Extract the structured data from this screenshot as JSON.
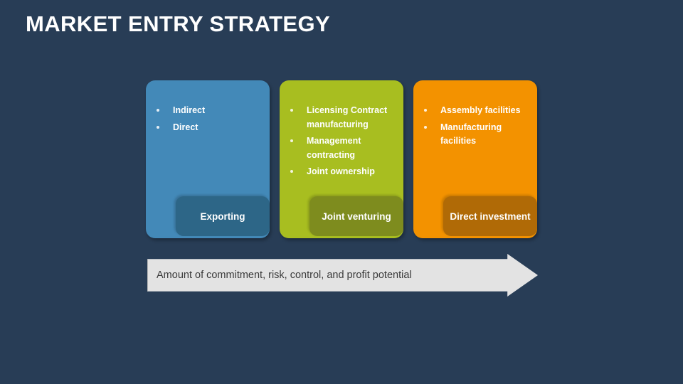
{
  "slide": {
    "title": "MARKET ENTRY STRATEGY",
    "background_color": "#283d56"
  },
  "cards": [
    {
      "name": "exporting",
      "color": "#4389b8",
      "tab_color": "#2d6687",
      "tab_label": "Exporting",
      "bullets": [
        "Indirect",
        "Direct"
      ]
    },
    {
      "name": "joint-venturing",
      "color": "#a8be20",
      "tab_color": "#7e8c1e",
      "tab_label": "Joint venturing",
      "bullets": [
        "Licensing Contract manufacturing",
        "Management contracting",
        "Joint ownership"
      ]
    },
    {
      "name": "direct-investment",
      "color": "#f39200",
      "tab_color": "#b06a06",
      "tab_label": "Direct investment",
      "bullets": [
        "Assembly facilities",
        "Manufacturing facilities"
      ]
    }
  ],
  "arrow": {
    "label": "Amount of commitment, risk, control, and profit potential",
    "fill_color": "#e3e3e3",
    "text_color": "#3a3a3a"
  }
}
